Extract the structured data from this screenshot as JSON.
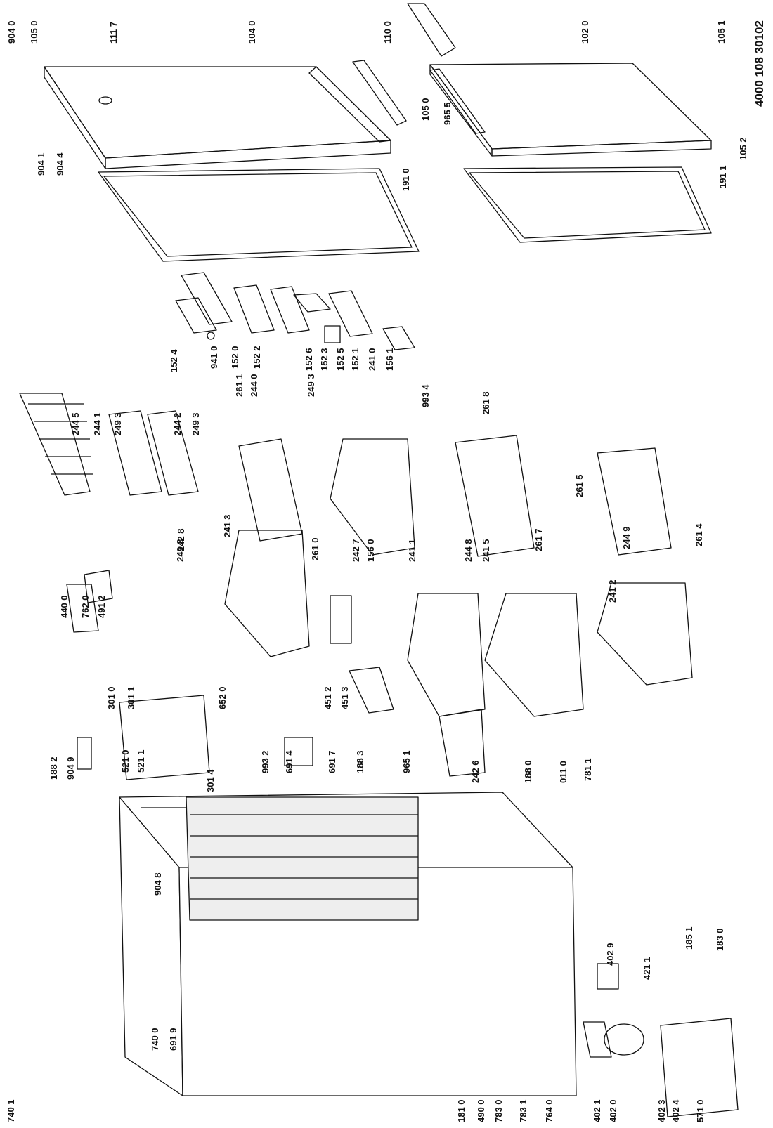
{
  "document_number": "4000 108 30102",
  "colors": {
    "line": "#111111",
    "fill": "#ffffff",
    "shade": "#d8d8d8"
  },
  "labels": [
    "904 0",
    "105 0",
    "111 7",
    "104 0",
    "110 0",
    "102 0",
    "105 1",
    "105 0",
    "965 5",
    "105 2",
    "191 1",
    "904 1",
    "904 4",
    "191 0",
    "152 4",
    "941 0",
    "152 0",
    "152 2",
    "261 1",
    "244 0",
    "249 3",
    "152 6",
    "152 3",
    "152 5",
    "152 1",
    "241 0",
    "156 1",
    "244 5",
    "244 1",
    "249 3",
    "244 2",
    "249 3",
    "993 4",
    "261 8",
    "249 8",
    "242 8",
    "241 3",
    "261 0",
    "242 7",
    "156 0",
    "241 1",
    "244 8",
    "241 5",
    "261 7",
    "261 5",
    "244 9",
    "261 4",
    "241 2",
    "440 0",
    "762 0",
    "491 2",
    "301 0",
    "301 1",
    "652 0",
    "451 2",
    "451 3",
    "188 2",
    "904 9",
    "521 0",
    "521 1",
    "301 4",
    "993 2",
    "691 4",
    "691 7",
    "188 3",
    "965 1",
    "242 6",
    "188 0",
    "011 0",
    "781 1",
    "904 8",
    "402 9",
    "421 1",
    "185 1",
    "183 0",
    "740 0",
    "691 9",
    "740 1",
    "181 0",
    "490 0",
    "783 0",
    "783 1",
    "764 0",
    "402 1",
    "402 0",
    "402 3",
    "402 4",
    "571 0"
  ]
}
